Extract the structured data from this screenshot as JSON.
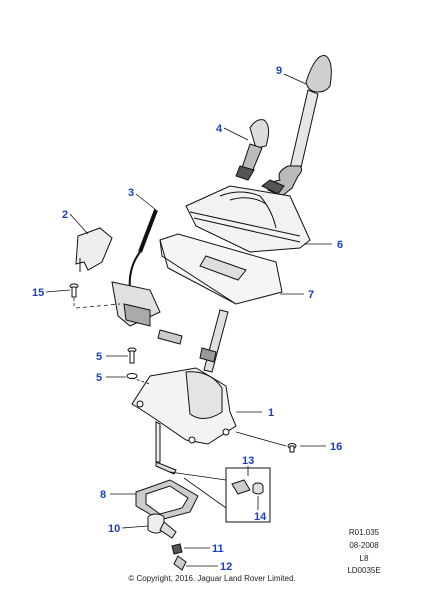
{
  "callouts": {
    "c1": "1",
    "c2": "2",
    "c3": "3",
    "c4": "4",
    "c5a": "5",
    "c5b": "5",
    "c6": "6",
    "c7": "7",
    "c8": "8",
    "c9": "9",
    "c10": "10",
    "c11": "11",
    "c12": "12",
    "c13": "13",
    "c14": "14",
    "c15": "15",
    "c16": "16"
  },
  "reference": {
    "code": "R01.035",
    "date": "08-2008",
    "model": "L8",
    "drawing": "LD0035E"
  },
  "copyright": "© Copyright, 2016. Jaguar Land Rover Limited.",
  "colors": {
    "callout": "#1a3fc4",
    "line": "#111111",
    "fill": "#ffffff",
    "shade": "#d9d9d9",
    "dark": "#555555"
  }
}
